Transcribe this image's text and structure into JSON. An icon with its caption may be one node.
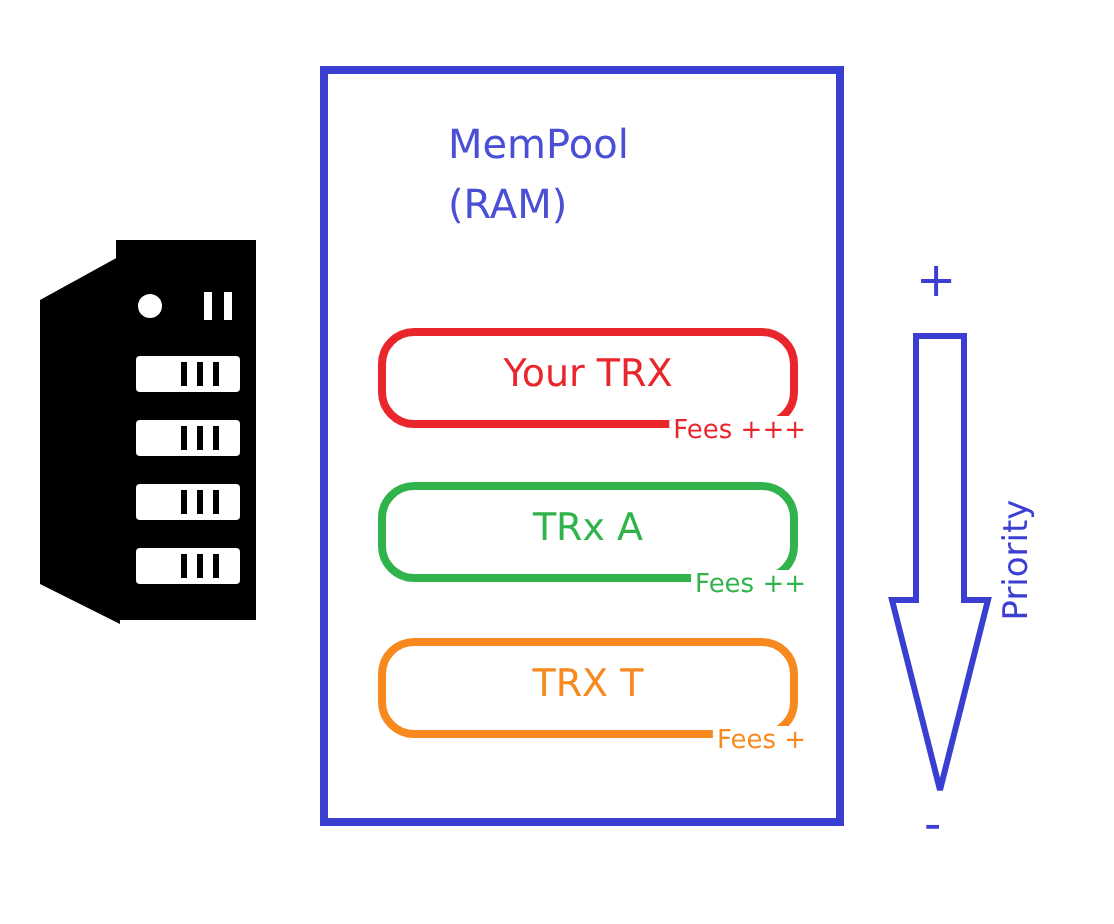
{
  "diagram": {
    "nodes": [
      {
        "text": [
          "MemPool (RAM)"
        ]
      },
      {
        "text": [
          "Your TRX"
        ],
        "beside": [
          "Fees +++"
        ],
        "in": 0
      },
      {
        "text": [
          "TRx A"
        ],
        "beside": [
          "Fees ++"
        ],
        "in": 0
      },
      {
        "text": [
          "TRX T"
        ],
        "beside": [
          "Fees +"
        ],
        "in": 0
      }
    ],
    "labels": [
      "+",
      "Priority",
      "-"
    ]
  }
}
